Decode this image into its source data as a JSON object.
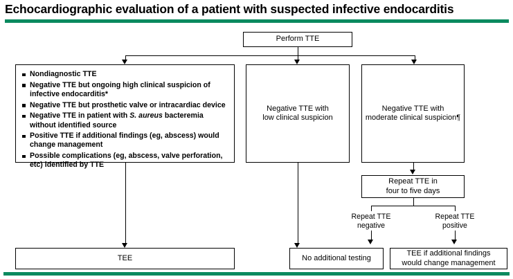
{
  "title": "Echocardiographic evaluation of a patient with suspected infective endocarditis",
  "colors": {
    "rule_green": "#0b8a5f",
    "box_border": "#000000",
    "text": "#000000",
    "background": "#ffffff"
  },
  "nodes": {
    "perform_tte": "Perform TTE",
    "left_criteria_bullets": [
      {
        "text": "Nondiagnostic TTE"
      },
      {
        "text": "Negative TTE but ongoing high clinical suspicion of infective endocarditis*"
      },
      {
        "text": "Negative TTE but prosthetic valve or intracardiac device"
      },
      {
        "text_before_italic": "Negative TTE in patient with ",
        "italic": "S. aureus",
        "text_after_italic": " bacteremia without identified source"
      },
      {
        "text": "Positive TTE if additional findings (eg, abscess) would change management"
      },
      {
        "text": "Possible complications (eg, abscess, valve perforation, etc) identified by TTE"
      }
    ],
    "negative_low": "Negative TTE with\nlow clinical suspicion",
    "negative_low_line1": "Negative TTE with",
    "negative_low_line2": "low clinical suspicion",
    "negative_moderate_line1": "Negative TTE with",
    "negative_moderate_line2": "moderate clinical suspicion¶",
    "repeat_tte_line1": "Repeat TTE in",
    "repeat_tte_line2": "four to five days",
    "repeat_negative_line1": "Repeat TTE",
    "repeat_negative_line2": "negative",
    "repeat_positive_line1": "Repeat TTE",
    "repeat_positive_line2": "positive",
    "tee": "TEE",
    "no_additional_testing": "No additional testing",
    "tee_if_additional_line1": "TEE if additional findings",
    "tee_if_additional_line2": "would change management"
  },
  "footnote_markers": {
    "asterisk": "*",
    "pilcrow": "¶"
  }
}
